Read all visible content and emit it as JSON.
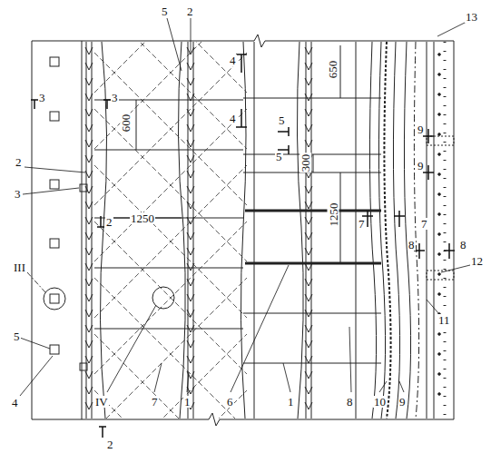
{
  "diagram": {
    "labels": [
      "5",
      "2",
      "2",
      "3",
      "III",
      "5",
      "4",
      "3",
      "3",
      "600",
      "1250",
      "2",
      "2",
      "4",
      "4",
      "5",
      "5",
      "650",
      "300",
      "1250",
      "7",
      "7",
      "8",
      "8",
      "9",
      "9",
      "13",
      "12",
      "11",
      "IV",
      "7",
      "1",
      "6",
      "1",
      "8",
      "10",
      "9"
    ]
  }
}
